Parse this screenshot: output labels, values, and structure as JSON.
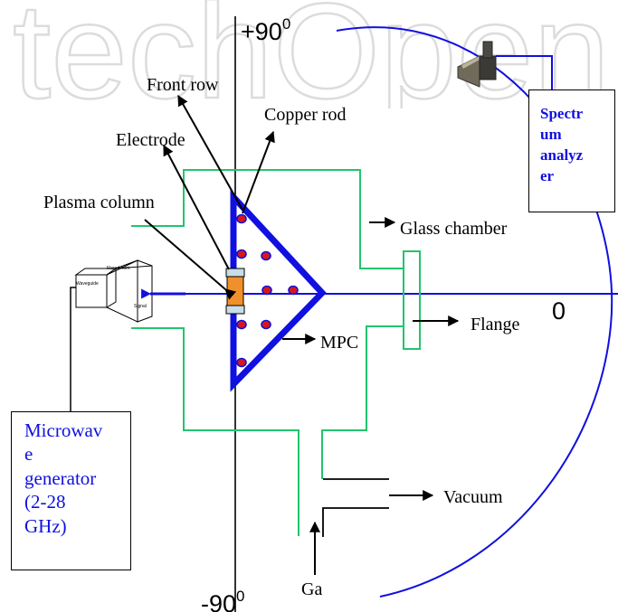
{
  "colors": {
    "blue": "#1010e0",
    "green": "#22c46e",
    "black": "#000000",
    "red": "#d81818",
    "orange": "#f0902a",
    "watermark": "#dcdcdc"
  },
  "watermark": {
    "text": "techOpen"
  },
  "axis": {
    "top_label": "+90",
    "top_sup": "0",
    "bottom_label": "-90",
    "bottom_sup": "0",
    "zero_label": "0"
  },
  "labels": {
    "front_row": "Front row",
    "copper_rod": "Copper rod",
    "electrode": "Electrode",
    "plasma_column": "Plasma column",
    "glass_chamber": "Glass chamber",
    "flange": "Flange",
    "mpc": "MPC",
    "vacuum": "Vacuum",
    "gas": "Ga"
  },
  "horn": {
    "flared_horn": "Flared horn",
    "waveguide": "Waveguide",
    "signal": "Signal"
  },
  "microwave_generator": {
    "lines": [
      "Microwav",
      "e",
      "generator",
      "(2-28",
      "GHz)"
    ]
  },
  "spectrum_analyzer": {
    "lines": [
      "Spectr",
      "um",
      "analyz",
      "er"
    ]
  }
}
